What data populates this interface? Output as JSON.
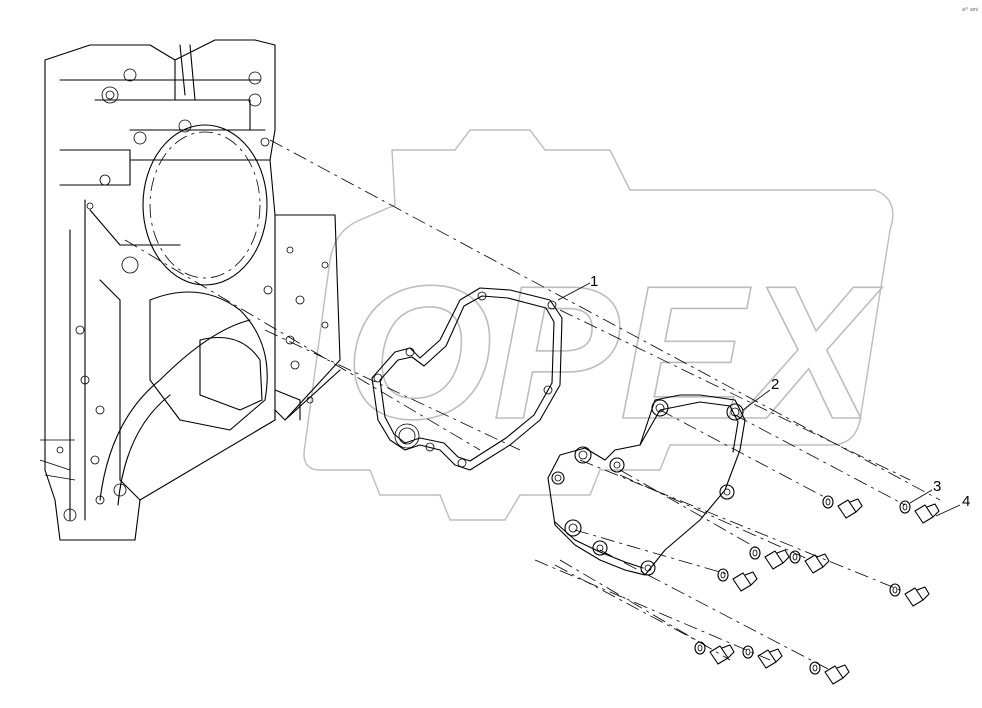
{
  "watermark": {
    "text": "OPEX"
  },
  "corner_code": "a²° ami",
  "callouts": [
    {
      "number": "1",
      "part": "gasket"
    },
    {
      "number": "2",
      "part": "cover"
    },
    {
      "number": "3",
      "part": "washer"
    },
    {
      "number": "4",
      "part": "bolt"
    }
  ]
}
